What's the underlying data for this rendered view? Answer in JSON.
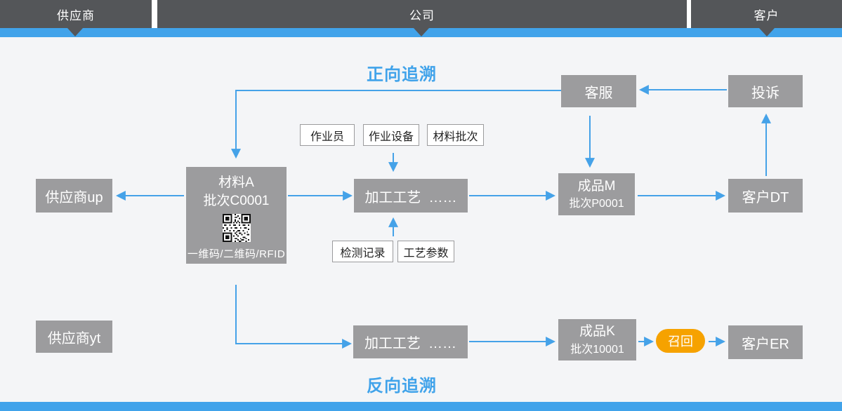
{
  "colors": {
    "accent_blue": "#41a3ea",
    "arrow_blue": "#45a2e8",
    "header_dark": "#545659",
    "node_gray": "#9c9c9e",
    "recall_orange": "#f6a200",
    "background": "#f4f5f7"
  },
  "header": {
    "segments": [
      {
        "label": "供应商"
      },
      {
        "label": "公司"
      },
      {
        "label": "客户"
      }
    ]
  },
  "titles": {
    "forward": "正向追溯",
    "backward": "反向追溯"
  },
  "nodes": {
    "customer_service": {
      "label": "客服"
    },
    "complaint": {
      "label": "投诉"
    },
    "supplier_up": {
      "label": "供应商up"
    },
    "material_a": {
      "name": "材料A",
      "batch": "批次C0001",
      "code_caption": "一维码/二维码/RFID"
    },
    "worker": {
      "label": "作业员"
    },
    "work_equipment": {
      "label": "作业设备"
    },
    "material_batch": {
      "label": "材料批次"
    },
    "process_top": {
      "label": "加工工艺  ……"
    },
    "inspection_record": {
      "label": "检测记录"
    },
    "process_parameter": {
      "label": "工艺参数"
    },
    "product_m": {
      "name": "成品M",
      "batch": "批次P0001"
    },
    "customer_dt": {
      "label": "客户DT"
    },
    "supplier_yt": {
      "label": "供应商yt"
    },
    "process_bottom": {
      "label": "加工工艺  ……"
    },
    "product_k": {
      "name": "成品K",
      "batch": "批次10001"
    },
    "recall": {
      "label": "召回"
    },
    "customer_er": {
      "label": "客户ER"
    }
  }
}
